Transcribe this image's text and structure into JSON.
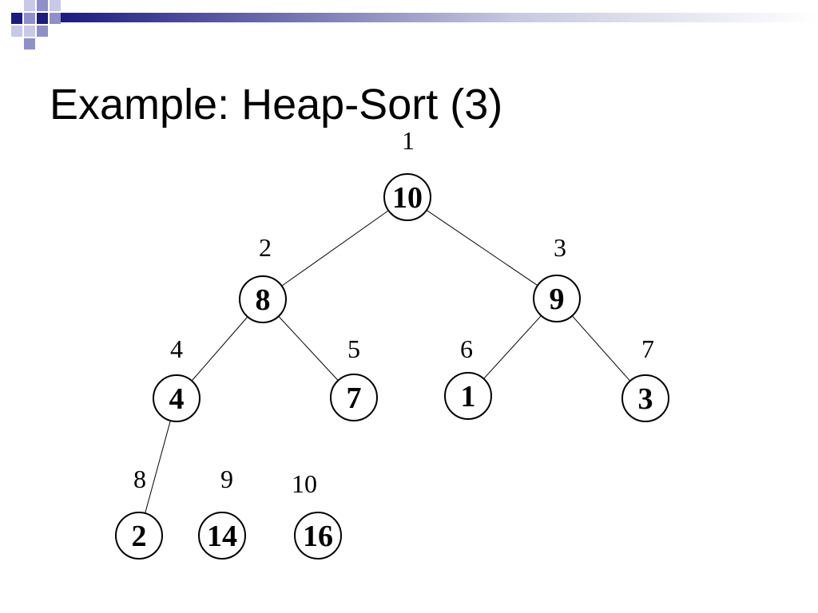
{
  "slide": {
    "title": "Example: Heap-Sort (3)"
  },
  "colors": {
    "accent": "#1c1c7c",
    "accent_light": "#9090c8"
  },
  "heap": {
    "nodes": [
      {
        "index": "1",
        "value": "10"
      },
      {
        "index": "2",
        "value": "8"
      },
      {
        "index": "3",
        "value": "9"
      },
      {
        "index": "4",
        "value": "4"
      },
      {
        "index": "5",
        "value": "7"
      },
      {
        "index": "6",
        "value": "1"
      },
      {
        "index": "7",
        "value": "3"
      },
      {
        "index": "8",
        "value": "2"
      },
      {
        "index": "9",
        "value": "14"
      },
      {
        "index": "10",
        "value": "16"
      }
    ],
    "edges": [
      {
        "from": "1",
        "to": "2"
      },
      {
        "from": "1",
        "to": "3"
      },
      {
        "from": "2",
        "to": "4"
      },
      {
        "from": "2",
        "to": "5"
      },
      {
        "from": "3",
        "to": "6"
      },
      {
        "from": "3",
        "to": "7"
      },
      {
        "from": "4",
        "to": "8"
      }
    ]
  }
}
